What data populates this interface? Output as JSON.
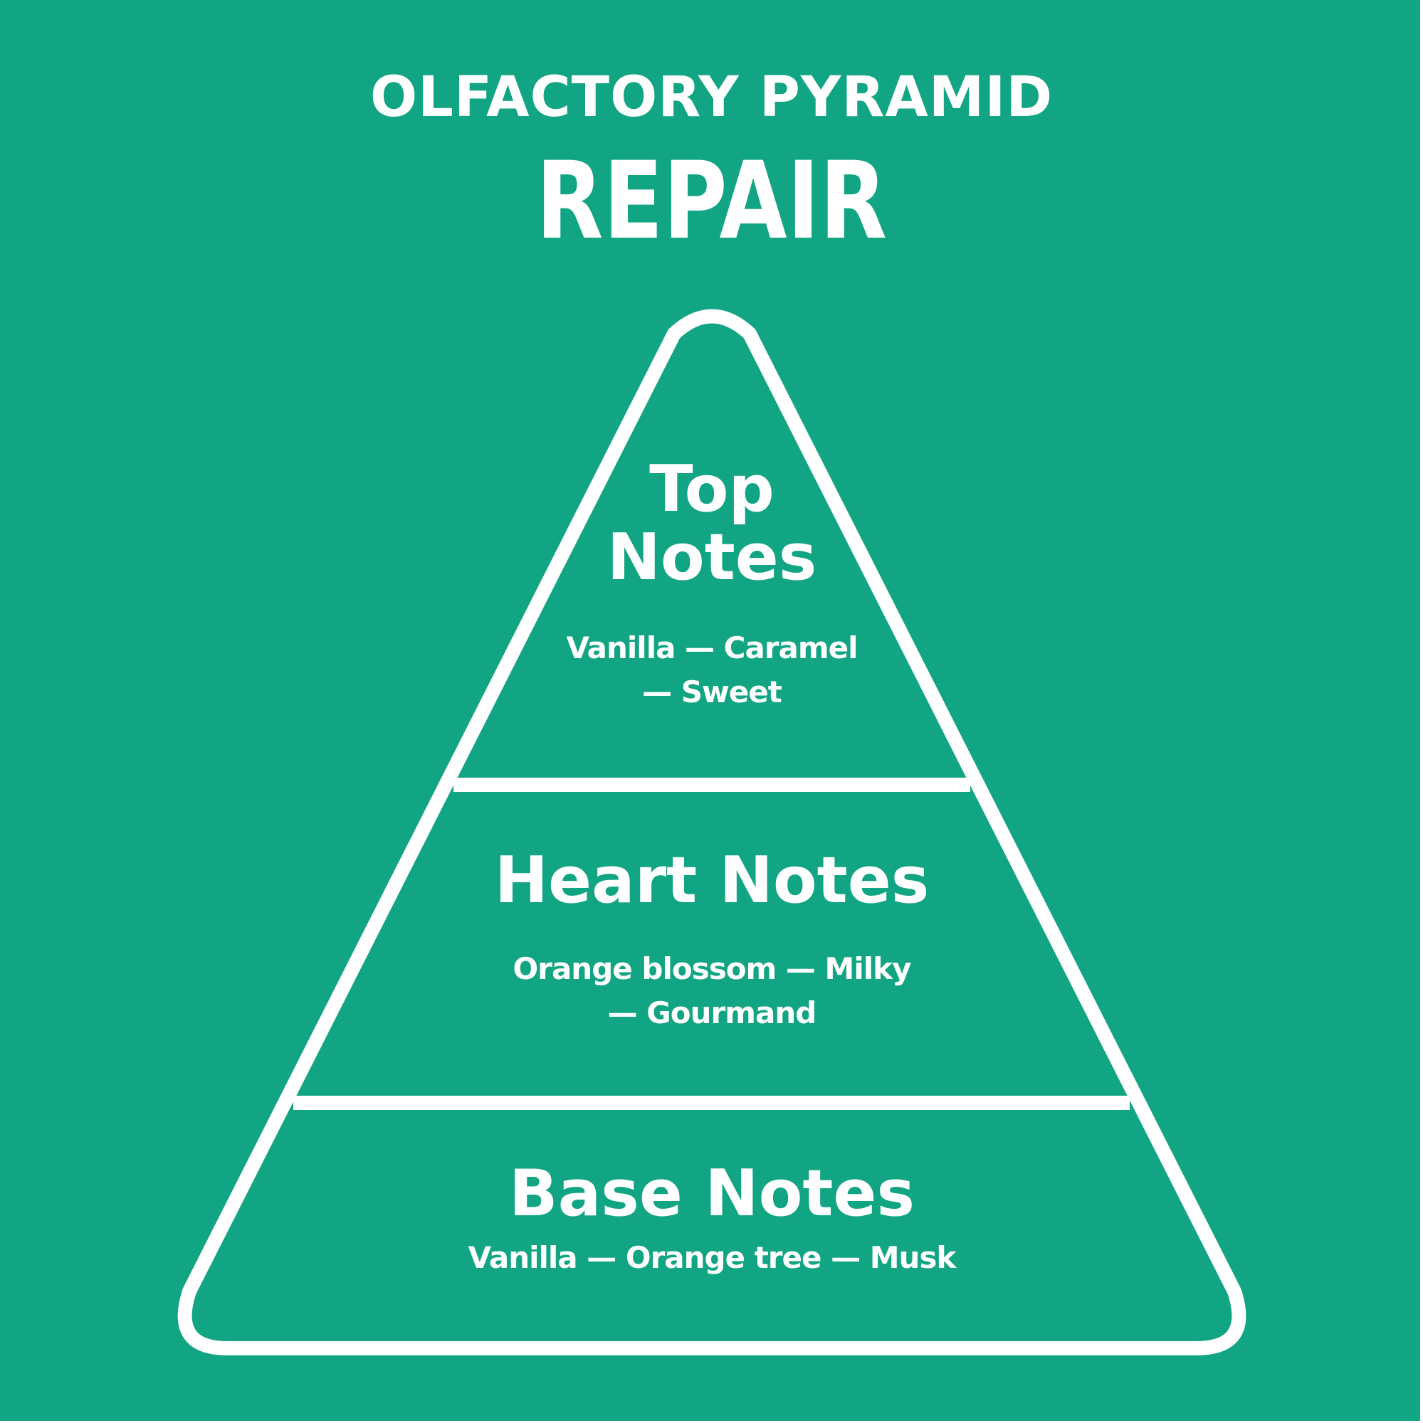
{
  "header": {
    "overline": "OLFACTORY PYRAMID",
    "title": "REPAIR"
  },
  "tiers": [
    {
      "heading_lines": [
        "Top",
        "Notes"
      ],
      "notes_lines": [
        "Vanilla — Caramel",
        "— Sweet"
      ]
    },
    {
      "heading": "Heart Notes",
      "notes_lines": [
        "Orange blossom — Milky",
        "— Gourmand"
      ]
    },
    {
      "heading": "Base Notes",
      "notes": "Vanilla — Orange tree — Musk"
    }
  ],
  "colors": {
    "background": "#12a583",
    "foreground": "#ffffff"
  }
}
